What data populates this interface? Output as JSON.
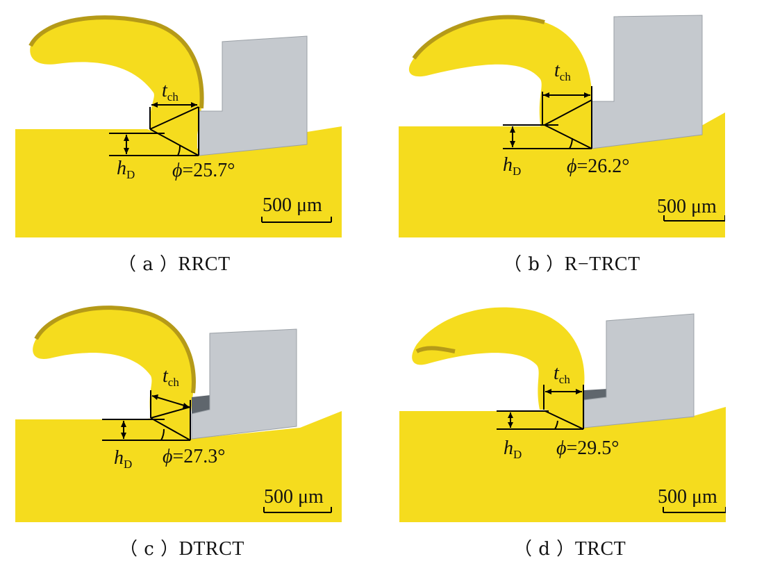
{
  "panels": [
    {
      "id": "a",
      "caption_paren": "（ a ）",
      "caption_name": "RRCT",
      "phi_value": "=25.7°"
    },
    {
      "id": "b",
      "caption_paren": "（ b ）",
      "caption_name": "R−TRCT",
      "phi_value": "=26.2°"
    },
    {
      "id": "c",
      "caption_paren": "（ c ）",
      "caption_name": "DTRCT",
      "phi_value": "=27.3°"
    },
    {
      "id": "d",
      "caption_paren": "（ d ）",
      "caption_name": "TRCT",
      "phi_value": "=29.5°"
    }
  ],
  "labels": {
    "t_symbol": "t",
    "t_sub": "ch",
    "h_symbol": "h",
    "h_sub": "D",
    "phi_symbol": "ϕ",
    "scale_bar": "500 μm"
  },
  "colors": {
    "workpiece": "#f5dc1e",
    "chip_edge": "#b59a18",
    "tool": "#c5c9ce",
    "tool_edge": "#9aa0a6",
    "tool_dark": "#5f666d"
  }
}
